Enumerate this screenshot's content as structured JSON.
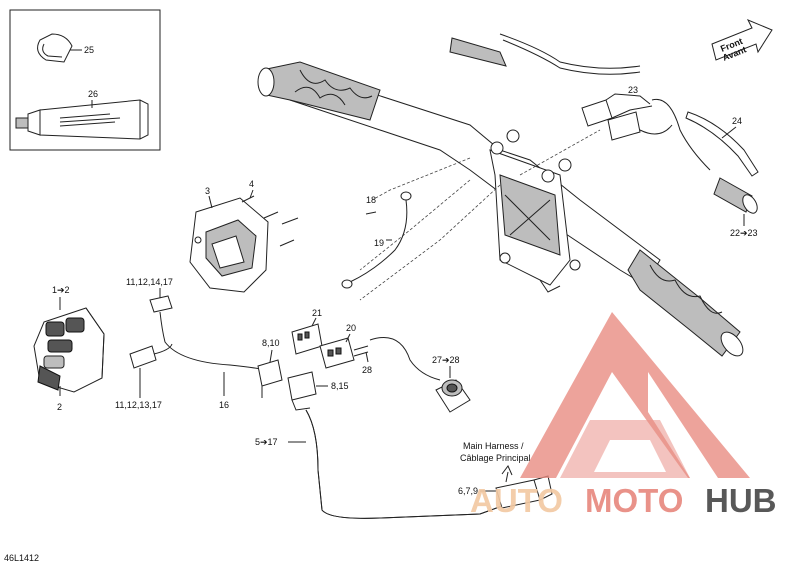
{
  "diagram": {
    "code": "46L1412",
    "direction_label": {
      "en": "Front",
      "fr": "Avant"
    },
    "callouts": {
      "p1": "1➔2",
      "p2": "2",
      "p3": "3",
      "p4": "4",
      "p11a": "11,12,14,17",
      "p11b": "11,12,13,17",
      "p16": "16",
      "p18": "18",
      "p19": "19",
      "p20": "20",
      "p21": "21",
      "p22": "22➔23",
      "p23": "23",
      "p24": "24",
      "p25": "25",
      "p26": "26",
      "p27": "27➔28",
      "p28": "28",
      "p8a": "8,10",
      "p8b": "8,15",
      "p5": "5➔17",
      "p6": "6,7,9"
    },
    "main_harness": {
      "en": "Main Harness /",
      "fr": "Câblage Principal"
    }
  },
  "watermark": {
    "part1": "AUTO",
    "part2": "MOTO",
    "part3": "HUB",
    "colors": {
      "red": "#e8897f",
      "peach": "#f2c9a3",
      "grey": "#4a4a4a"
    }
  }
}
